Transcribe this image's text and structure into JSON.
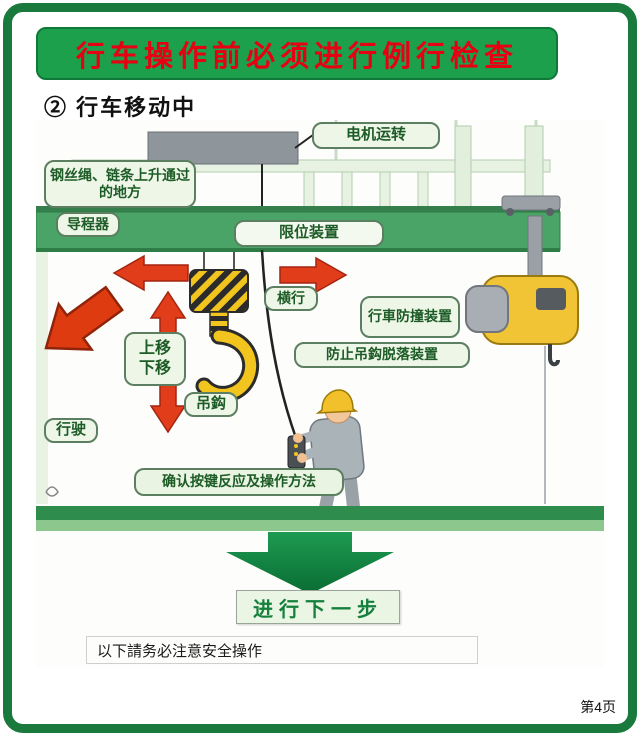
{
  "header": {
    "title": "行车操作前必须进行例行检查"
  },
  "subtitle": "② 行车移动中",
  "callouts": {
    "motor": "电机运转",
    "rope_path": "钢丝绳、链条上升通过的地方",
    "guide": "导程器",
    "limit": "限位装置",
    "traverse": "横行",
    "anti_collision": "行車防撞装置",
    "hook_drop": "防止吊鈎脱落装置",
    "move_up": "上移",
    "move_down": "下移",
    "hook": "吊鈎",
    "travel": "行驶",
    "confirm": "确认按键反应及操作方法"
  },
  "footer": {
    "next_step": "进行下一步",
    "note": "以下請务必注意安全操作",
    "page": "第4页"
  },
  "colors": {
    "frame_green": "#1a7a3d",
    "banner_green": "#1da04c",
    "title_red": "#e60012",
    "callout_fill": "#eef6e8",
    "callout_border": "#5c7f61",
    "callout_text": "#1d5c26",
    "arrow_red": "#e23d1a",
    "beam_green": "#4aa467",
    "floor_green": "#2e8c4d",
    "down_arrow_green": "#0c7a3a",
    "hook_yellow": "#f2c41e",
    "machine_yellow": "#f0c435"
  }
}
